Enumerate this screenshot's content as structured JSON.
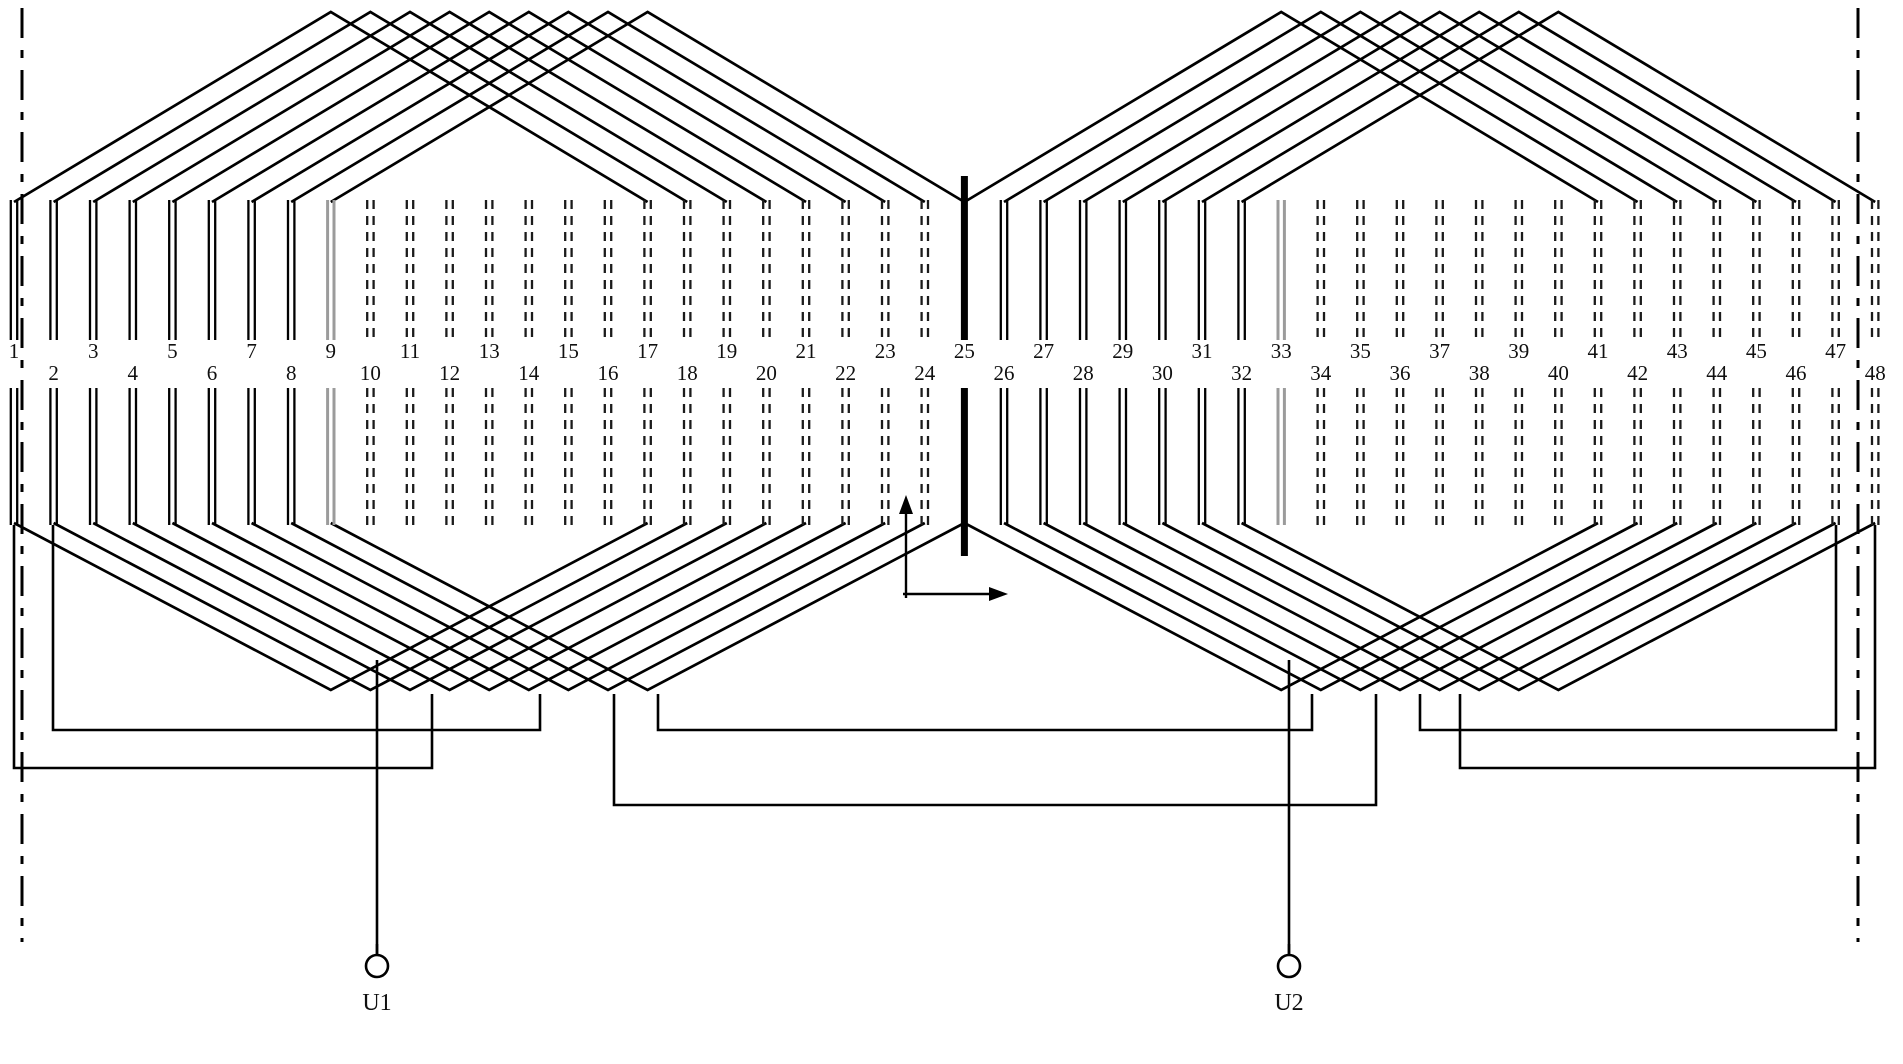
{
  "diagram": {
    "type": "motor-stator-winding-diagram",
    "num_slots": 48,
    "slot_numbers": [
      "1",
      "2",
      "3",
      "4",
      "5",
      "6",
      "7",
      "8",
      "9",
      "10",
      "11",
      "12",
      "13",
      "14",
      "15",
      "16",
      "17",
      "18",
      "19",
      "20",
      "21",
      "22",
      "23",
      "24",
      "25",
      "26",
      "27",
      "28",
      "29",
      "30",
      "31",
      "32",
      "33",
      "34",
      "35",
      "36",
      "37",
      "38",
      "39",
      "40",
      "41",
      "42",
      "43",
      "44",
      "45",
      "46",
      "47",
      "48"
    ],
    "slot_styles": [
      "solid",
      "solid",
      "solid",
      "solid",
      "solid",
      "solid",
      "solid",
      "solid",
      "gray",
      "dashed",
      "dashed",
      "dashed",
      "dashed",
      "dashed",
      "dashed",
      "dashed",
      "dashed",
      "dashed",
      "dashed",
      "dashed",
      "dashed",
      "dashed",
      "dashed",
      "dashed",
      "thick",
      "solid",
      "solid",
      "solid",
      "solid",
      "solid",
      "solid",
      "solid",
      "gray",
      "dashed",
      "dashed",
      "dashed",
      "dashed",
      "dashed",
      "dashed",
      "dashed",
      "dashed",
      "dashed",
      "dashed",
      "dashed",
      "dashed",
      "dashed",
      "dashed",
      "dashed"
    ],
    "groups": [
      {
        "name": "coil-group-left",
        "coil_start": 1,
        "coil_count": 9,
        "pitch": 16
      },
      {
        "name": "coil-group-right",
        "coil_start": 25,
        "coil_count": 8,
        "pitch": 16
      }
    ],
    "terminals": [
      {
        "label": "U1"
      },
      {
        "label": "U2"
      }
    ],
    "annotations": {
      "direction_arrow": "right-and-up-arrow"
    },
    "colors": {
      "line": "#000000",
      "dashed": "#1b1b1b",
      "gray": "#9b9b9b",
      "background": "#ffffff"
    }
  }
}
